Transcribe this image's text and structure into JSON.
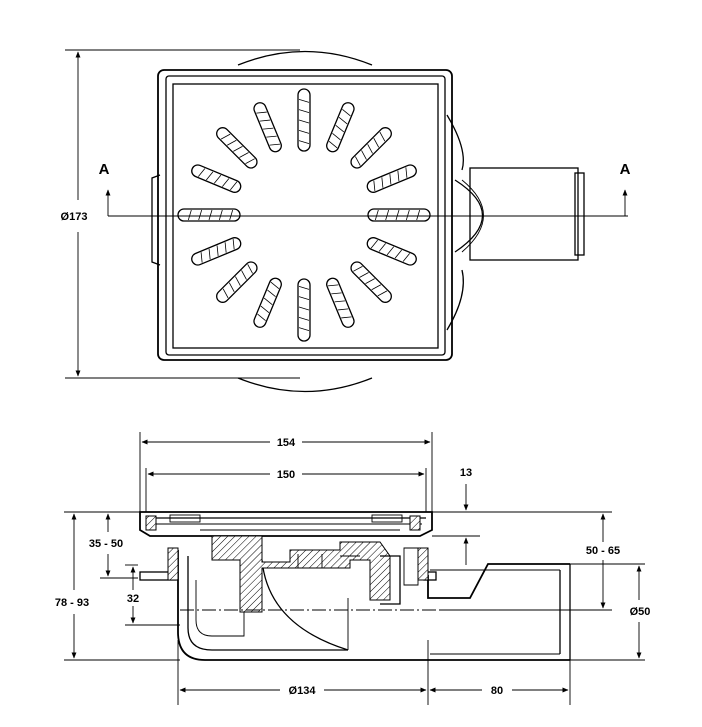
{
  "top_view": {
    "diameter_label": "Ø173",
    "section_marker_left": "A",
    "section_marker_right": "A"
  },
  "section_view": {
    "width_outer_label": "154",
    "width_inner_label": "150",
    "frame_height_label": "13",
    "height_range_1_label": "35 - 50",
    "height_total_label": "78 - 93",
    "flange_label": "32",
    "outlet_height_label": "50 - 65",
    "outlet_diameter_label": "Ø50",
    "body_diameter_label": "Ø134",
    "outlet_length_label": "80"
  }
}
